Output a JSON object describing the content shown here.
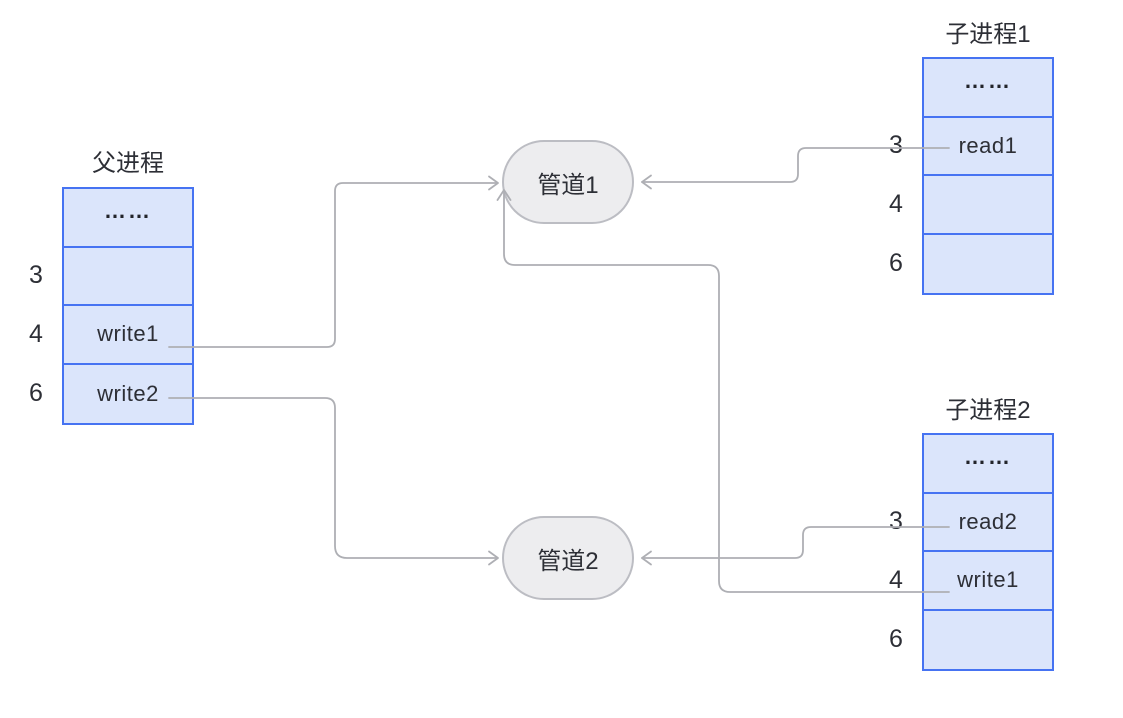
{
  "colors": {
    "background": "#ffffff",
    "table_border": "#4673f2",
    "table_fill": "#dbe5fb",
    "pipe_fill": "#ededef",
    "pipe_border": "#bcbdc3",
    "connector_line": "#aeafb4",
    "text": "#2d2f36"
  },
  "parent": {
    "title": "父进程",
    "rows": [
      {
        "label": "",
        "text": "……"
      },
      {
        "label": "3",
        "text": ""
      },
      {
        "label": "4",
        "text": "write1"
      },
      {
        "label": "6",
        "text": "write2"
      }
    ]
  },
  "child1": {
    "title": "子进程1",
    "rows": [
      {
        "label": "",
        "text": "……"
      },
      {
        "label": "3",
        "text": "read1"
      },
      {
        "label": "4",
        "text": ""
      },
      {
        "label": "6",
        "text": ""
      }
    ]
  },
  "child2": {
    "title": "子进程2",
    "rows": [
      {
        "label": "",
        "text": "……"
      },
      {
        "label": "3",
        "text": "read2"
      },
      {
        "label": "4",
        "text": "write1"
      },
      {
        "label": "6",
        "text": ""
      }
    ]
  },
  "pipe1": {
    "label": "管道1"
  },
  "pipe2": {
    "label": "管道2"
  },
  "connections": [
    {
      "from": "父进程.write1 (fd 4)",
      "to": "管道1"
    },
    {
      "from": "父进程.write2 (fd 6)",
      "to": "管道2"
    },
    {
      "from": "子进程1.read1 (fd 3)",
      "to": "管道1"
    },
    {
      "from": "子进程2.read2 (fd 3)",
      "to": "管道2"
    },
    {
      "from": "子进程2.write1 (fd 4)",
      "to": "管道1"
    }
  ]
}
